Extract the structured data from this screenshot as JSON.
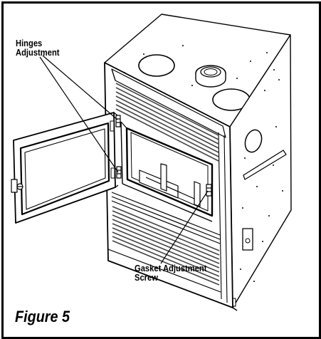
{
  "callouts": {
    "hinges": [
      "Hinges",
      "Adjustment"
    ],
    "gasket": [
      "Gasket Adjustment",
      "Screw"
    ]
  },
  "caption": "Figure 5",
  "colors": {
    "ink": "#000000",
    "paper": "#ffffff",
    "louver": "#444444"
  }
}
